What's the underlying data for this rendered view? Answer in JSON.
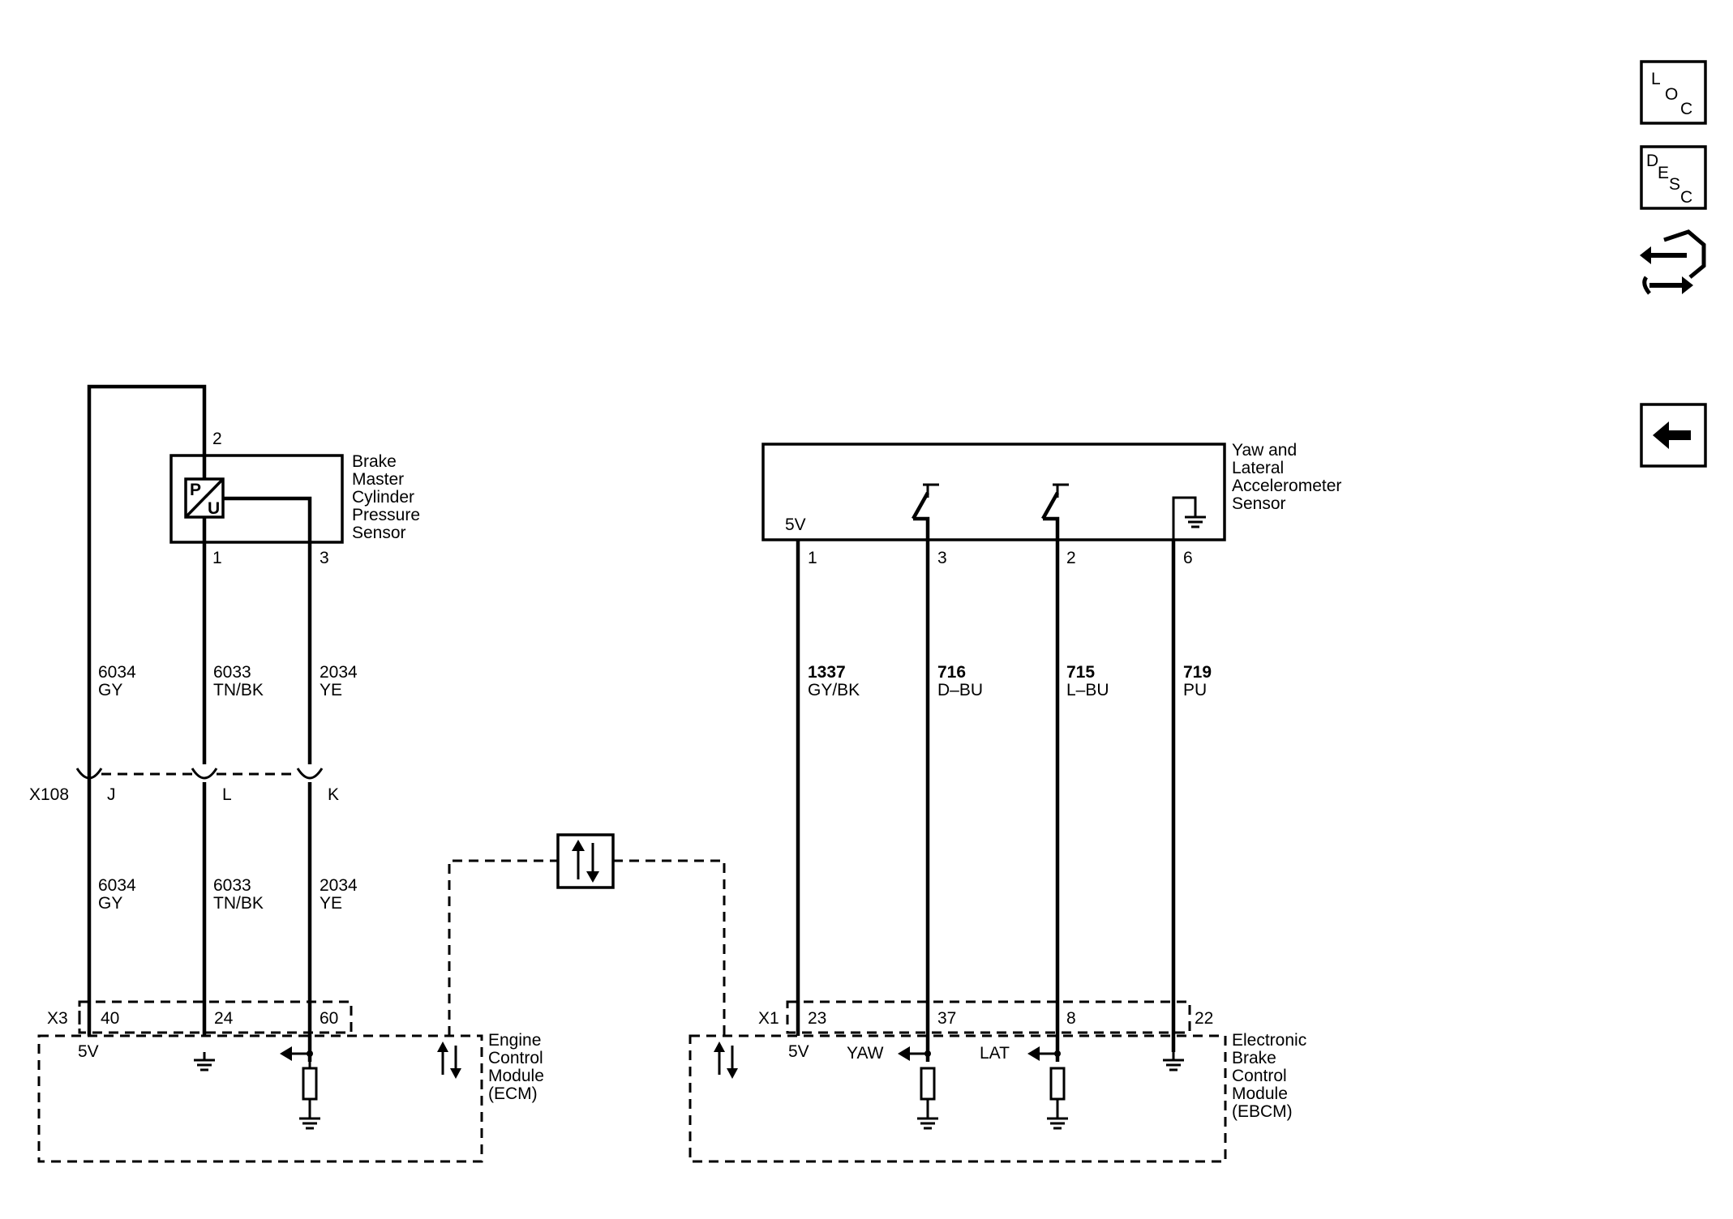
{
  "nav": {
    "loc_label": [
      "L",
      "O",
      "C"
    ],
    "desc_label": [
      "D",
      "E",
      "S",
      "C"
    ],
    "back_icon": "left-arrow-icon",
    "connector_icon": "connector-end-view-icon"
  },
  "brake_sensor": {
    "name_lines": [
      "Brake",
      "Master",
      "Cylinder",
      "Pressure",
      "Sensor"
    ],
    "symbol_p": "P",
    "symbol_u": "U",
    "pins": {
      "p2": "2",
      "p1": "1",
      "p3": "3"
    }
  },
  "yaw_sensor": {
    "name_lines": [
      "Yaw and",
      "Lateral",
      "Accelerometer",
      "Sensor"
    ],
    "ref_label": "5V",
    "pins": {
      "p1": "1",
      "p3": "3",
      "p2": "2",
      "p6": "6"
    }
  },
  "circuits_upper": [
    {
      "num": "6034",
      "color": "GY"
    },
    {
      "num": "6033",
      "color": "TN/BK"
    },
    {
      "num": "2034",
      "color": "YE"
    }
  ],
  "circuits_lower": [
    {
      "num": "6034",
      "color": "GY"
    },
    {
      "num": "6033",
      "color": "TN/BK"
    },
    {
      "num": "2034",
      "color": "YE"
    }
  ],
  "circuits_yaw": [
    {
      "num": "1337",
      "color": "GY/BK"
    },
    {
      "num": "716",
      "color": "D–BU"
    },
    {
      "num": "715",
      "color": "L–BU"
    },
    {
      "num": "719",
      "color": "PU"
    }
  ],
  "inline_connector": {
    "name": "X108",
    "pins": [
      "J",
      "L",
      "K"
    ]
  },
  "ecm": {
    "connector": "X3",
    "pins": [
      "40",
      "24",
      "60"
    ],
    "ref_label": "5V",
    "name_lines": [
      "Engine",
      "Control",
      "Module",
      "(ECM)"
    ]
  },
  "ebcm": {
    "connector": "X1",
    "pins": [
      "23",
      "37",
      "8",
      "22"
    ],
    "ref_label": "5V",
    "yaw_label": "YAW",
    "lat_label": "LAT",
    "name_lines": [
      "Electronic",
      "Brake",
      "Control",
      "Module",
      "(EBCM)"
    ]
  }
}
